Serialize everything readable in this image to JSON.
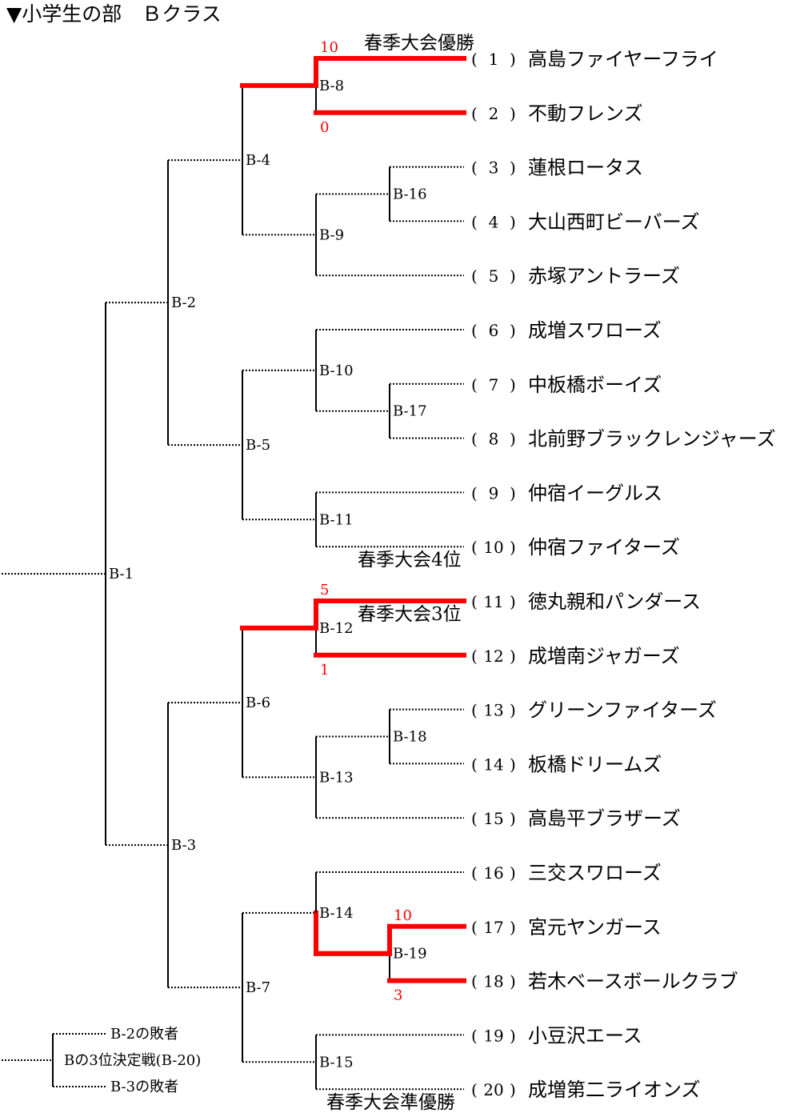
{
  "title": "▼小学生の部　Ｂクラス",
  "colors": {
    "line": "#000000",
    "winner": "#ff0000",
    "text": "#000000"
  },
  "teams": [
    {
      "seed": "1",
      "name": "高島ファイヤーフライ"
    },
    {
      "seed": "2",
      "name": "不動フレンズ"
    },
    {
      "seed": "3",
      "name": "蓮根ロータス"
    },
    {
      "seed": "4",
      "name": "大山西町ビーバーズ"
    },
    {
      "seed": "5",
      "name": "赤塚アントラーズ"
    },
    {
      "seed": "6",
      "name": "成増スワローズ"
    },
    {
      "seed": "7",
      "name": "中板橋ボーイズ"
    },
    {
      "seed": "8",
      "name": "北前野ブラックレンジャーズ"
    },
    {
      "seed": "9",
      "name": "仲宿イーグルス"
    },
    {
      "seed": "10",
      "name": "仲宿ファイターズ"
    },
    {
      "seed": "11",
      "name": "徳丸親和パンダース"
    },
    {
      "seed": "12",
      "name": "成増南ジャガーズ"
    },
    {
      "seed": "13",
      "name": "グリーンファイターズ"
    },
    {
      "seed": "14",
      "name": "板橋ドリームズ"
    },
    {
      "seed": "15",
      "name": "高島平ブラザーズ"
    },
    {
      "seed": "16",
      "name": "三交スワローズ"
    },
    {
      "seed": "17",
      "name": "宮元ヤンガース"
    },
    {
      "seed": "18",
      "name": "若木ベースボールクラブ"
    },
    {
      "seed": "19",
      "name": "小豆沢エース"
    },
    {
      "seed": "20",
      "name": "成増第二ライオンズ"
    }
  ],
  "matches": [
    {
      "id": "B-1",
      "a": "B-2",
      "b": "B-3"
    },
    {
      "id": "B-2",
      "a": "B-4",
      "b": "B-5"
    },
    {
      "id": "B-3",
      "a": "B-6",
      "b": "B-7"
    },
    {
      "id": "B-4",
      "a": "B-8",
      "b": "B-9"
    },
    {
      "id": "B-5",
      "a": "B-10",
      "b": "B-11"
    },
    {
      "id": "B-6",
      "a": "B-12",
      "b": "B-13"
    },
    {
      "id": "B-7",
      "a": "B-14",
      "b": "B-15"
    },
    {
      "id": "B-8",
      "a": "T1",
      "b": "T2",
      "winner": "a",
      "score_a": "10",
      "score_b": "0"
    },
    {
      "id": "B-9",
      "a": "B-16",
      "b": "T5"
    },
    {
      "id": "B-10",
      "a": "T6",
      "b": "B-17"
    },
    {
      "id": "B-11",
      "a": "T9",
      "b": "T10"
    },
    {
      "id": "B-12",
      "a": "T11",
      "b": "T12",
      "winner": "a",
      "score_a": "5",
      "score_b": "1"
    },
    {
      "id": "B-13",
      "a": "B-18",
      "b": "T15"
    },
    {
      "id": "B-14",
      "a": "T16",
      "b": "B-19",
      "winner": "b"
    },
    {
      "id": "B-15",
      "a": "T19",
      "b": "T20"
    },
    {
      "id": "B-16",
      "a": "T3",
      "b": "T4"
    },
    {
      "id": "B-17",
      "a": "T7",
      "b": "T8"
    },
    {
      "id": "B-18",
      "a": "T13",
      "b": "T14"
    },
    {
      "id": "B-19",
      "a": "T17",
      "b": "T18",
      "winner": "a",
      "score_a": "10",
      "score_b": "3"
    }
  ],
  "awards": [
    {
      "label": "春季大会優勝",
      "team": 1
    },
    {
      "label": "春季大会4位",
      "team": 10
    },
    {
      "label": "春季大会3位",
      "team": 11
    },
    {
      "label": "春季大会準優勝",
      "team": 20
    }
  ],
  "bronze": {
    "top": "B-2の敗者",
    "label": "Bの3位決定戦(B-20)",
    "bottom": "B-3の敗者"
  }
}
